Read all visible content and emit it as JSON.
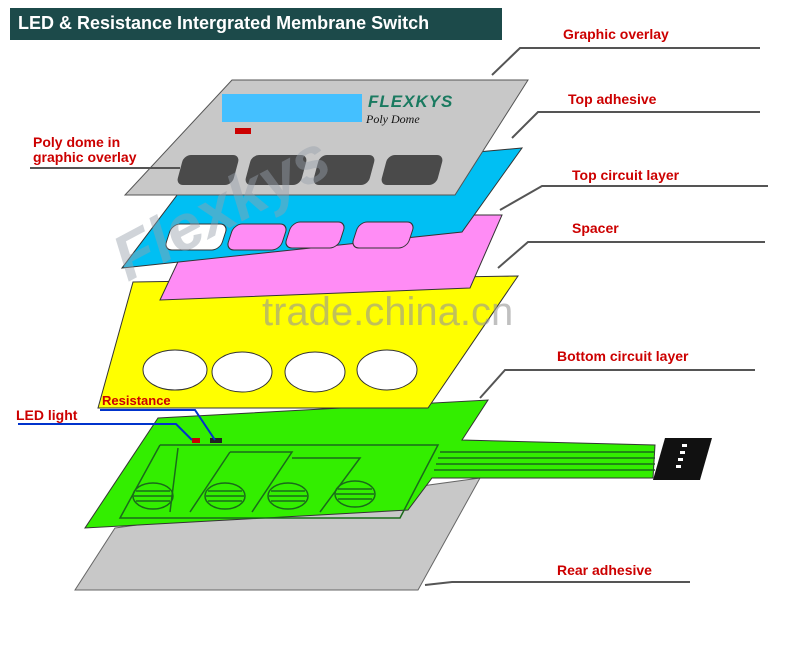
{
  "title": "LED & Resistance Intergrated Membrane Switch",
  "brand": {
    "logo_text": "FLEXKYS",
    "subtitle": "Poly Dome"
  },
  "labels": {
    "graphic_overlay": "Graphic overlay",
    "top_adhesive": "Top adhesive",
    "top_circuit_layer": "Top circuit layer",
    "spacer": "Spacer",
    "bottom_circuit_layer": "Bottom circuit layer",
    "rear_adhesive": "Rear adhesive",
    "poly_dome_line1": "Poly dome in",
    "poly_dome_line2": "graphic overlay",
    "led_light": "LED light",
    "resistance": "Resistance"
  },
  "watermark": {
    "text": "trade.china.cn",
    "diagonal": "Flexkys"
  },
  "colors": {
    "title_bg": "#1c4a4a",
    "label_red": "#cc0000",
    "overlay_gray": "#c8c8c8",
    "top_adhesive_cyan": "#00bff3",
    "top_circuit_pink": "#ff8cf5",
    "spacer_yellow": "#ffff00",
    "bottom_circuit_green": "#33ee00",
    "rear_adhesive_gray": "#c8c8c8"
  }
}
